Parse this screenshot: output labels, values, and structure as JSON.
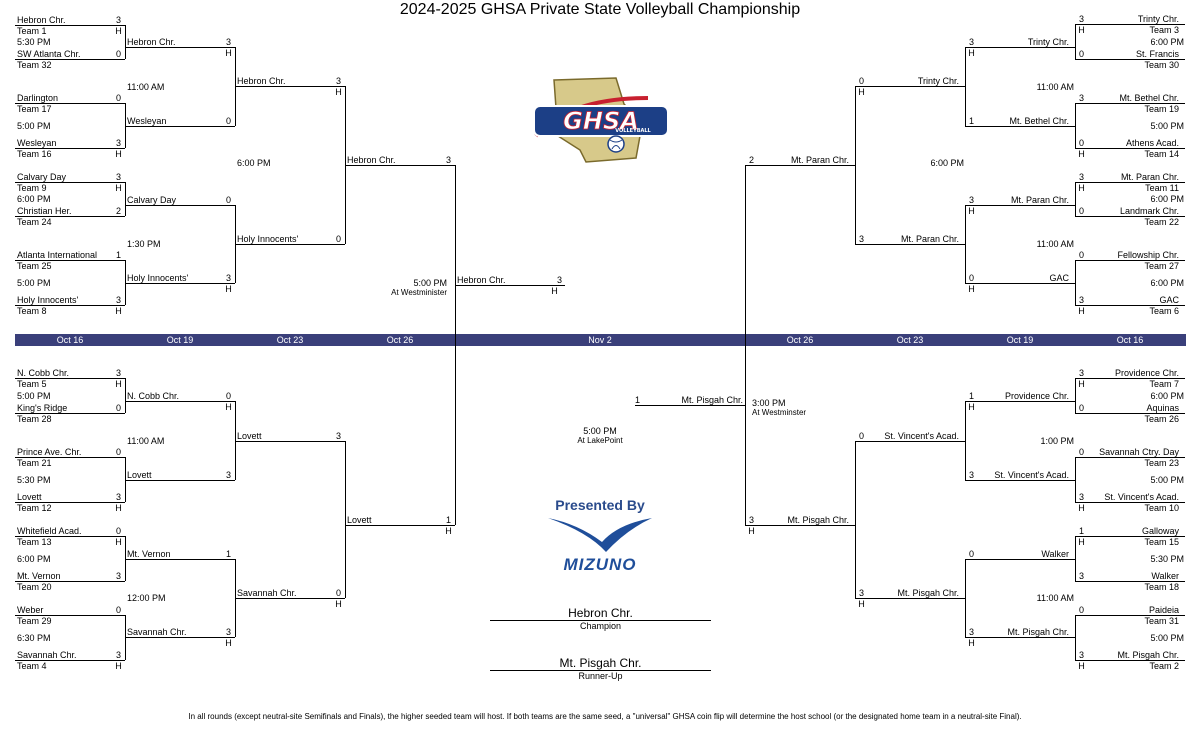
{
  "title": "2024-2025 GHSA Private State Volleyball Championship",
  "footnote": "In all rounds (except neutral-site Semifinals and Finals), the higher seeded team will host. If both teams are the same seed, a \"universal\" GHSA coin flip will determine the host school (or the designated home team in a neutral-site Final).",
  "logo": {
    "text": "GHSA",
    "sub": "VOLLEYBALL"
  },
  "sponsor": {
    "presented_by": "Presented By",
    "brand": "MIZUNO"
  },
  "dates": {
    "left": [
      "Oct 16",
      "Oct 19",
      "Oct 23",
      "Oct 26"
    ],
    "center": "Nov 2",
    "right": [
      "Oct 26",
      "Oct 23",
      "Oct 19",
      "Oct 16"
    ]
  },
  "champion": {
    "name": "Hebron Chr.",
    "label": "Champion"
  },
  "runner_up": {
    "name": "Mt. Pisgah Chr.",
    "label": "Runner-Up"
  },
  "final": {
    "team": "Hebron Chr.",
    "score": "3",
    "home": "H",
    "time": "5:00 PM",
    "venue": "At Westminister"
  },
  "semifinal_right": {
    "time": "3:00 PM",
    "venue": "At Westminster"
  },
  "semifinal_left": {
    "time": "5:00 PM",
    "venue": "At LakePoint"
  },
  "round1": [
    {
      "t1": "Hebron Chr.",
      "s1": "3",
      "l1": "Team 1",
      "h1": "H",
      "time": "5:30 PM",
      "t2": "SW Atlanta Chr.",
      "s2": "0",
      "l2": "Team 32",
      "h2": ""
    },
    {
      "t1": "Darlington",
      "s1": "0",
      "l1": "Team 17",
      "h1": "",
      "time": "5:00 PM",
      "t2": "Wesleyan",
      "s2": "3",
      "l2": "Team 16",
      "h2": "H"
    },
    {
      "t1": "Calvary Day",
      "s1": "3",
      "l1": "Team 9",
      "h1": "H",
      "time": "6:00 PM",
      "t2": "Christian Her.",
      "s2": "2",
      "l2": "Team 24",
      "h2": ""
    },
    {
      "t1": "Atlanta International",
      "s1": "1",
      "l1": "Team 25",
      "h1": "",
      "time": "5:00 PM",
      "t2": "Holy Innocents'",
      "s2": "3",
      "l2": "Team 8",
      "h2": "H"
    },
    {
      "t1": "N. Cobb Chr.",
      "s1": "3",
      "l1": "Team 5",
      "h1": "H",
      "time": "5:00 PM",
      "t2": "King's Ridge",
      "s2": "0",
      "l2": "Team 28",
      "h2": ""
    },
    {
      "t1": "Prince Ave. Chr.",
      "s1": "0",
      "l1": "Team 21",
      "h1": "",
      "time": "5:30 PM",
      "t2": "Lovett",
      "s2": "3",
      "l2": "Team 12",
      "h2": "H"
    },
    {
      "t1": "Whitefield Acad.",
      "s1": "0",
      "l1": "Team 13",
      "h1": "H",
      "time": "6:00 PM",
      "t2": "Mt. Vernon",
      "s2": "3",
      "l2": "Team 20",
      "h2": ""
    },
    {
      "t1": "Weber",
      "s1": "0",
      "l1": "Team 29",
      "h1": "",
      "time": "6:30 PM",
      "t2": "Savannah Chr.",
      "s2": "3",
      "l2": "Team 4",
      "h2": "H"
    },
    {
      "t1": "Trinty Chr.",
      "s1": "3",
      "l1": "Team 3",
      "h1": "H",
      "time": "6:00 PM",
      "t2": "St. Francis",
      "s2": "0",
      "l2": "Team 30",
      "h2": ""
    },
    {
      "t1": "Mt. Bethel Chr.",
      "s1": "3",
      "l1": "Team 19",
      "h1": "",
      "time": "5:00 PM",
      "t2": "Athens Acad.",
      "s2": "0",
      "l2": "Team 14",
      "h2": "H"
    },
    {
      "t1": "Mt. Paran Chr.",
      "s1": "3",
      "l1": "Team 11",
      "h1": "H",
      "time": "6:00 PM",
      "t2": "Landmark Chr.",
      "s2": "0",
      "l2": "Team 22",
      "h2": ""
    },
    {
      "t1": "Fellowship Chr.",
      "s1": "0",
      "l1": "Team 27",
      "h1": "",
      "time": "6:00 PM",
      "t2": "GAC",
      "s2": "3",
      "l2": "Team 6",
      "h2": "H"
    },
    {
      "t1": "Providence Chr.",
      "s1": "3",
      "l1": "Team 7",
      "h1": "H",
      "time": "6:00 PM",
      "t2": "Aquinas",
      "s2": "0",
      "l2": "Team 26",
      "h2": ""
    },
    {
      "t1": "Savannah Ctry. Day",
      "s1": "0",
      "l1": "Team 23",
      "h1": "",
      "time": "5:00 PM",
      "t2": "St. Vincent's Acad.",
      "s2": "3",
      "l2": "Team 10",
      "h2": "H"
    },
    {
      "t1": "Galloway",
      "s1": "1",
      "l1": "Team 15",
      "h1": "H",
      "time": "5:30 PM",
      "t2": "Walker",
      "s2": "3",
      "l2": "Team 18",
      "h2": ""
    },
    {
      "t1": "Paideia",
      "s1": "0",
      "l1": "Team 31",
      "h1": "",
      "time": "5:00 PM",
      "t2": "Mt. Pisgah Chr.",
      "s2": "3",
      "l2": "Team 2",
      "h2": "H"
    }
  ],
  "round2": [
    {
      "t1": "Hebron Chr.",
      "s1": "3",
      "h1": "H",
      "time": "11:00 AM",
      "t2": "Wesleyan",
      "s2": "0",
      "h2": ""
    },
    {
      "t1": "Calvary Day",
      "s1": "0",
      "h1": "",
      "time": "1:30 PM",
      "t2": "Holy Innocents'",
      "s2": "3",
      "h2": "H"
    },
    {
      "t1": "N. Cobb Chr.",
      "s1": "0",
      "h1": "H",
      "time": "11:00 AM",
      "t2": "Lovett",
      "s2": "3",
      "h2": ""
    },
    {
      "t1": "Mt. Vernon",
      "s1": "1",
      "h1": "",
      "time": "12:00 PM",
      "t2": "Savannah Chr.",
      "s2": "3",
      "h2": "H"
    },
    {
      "t1": "Trinty Chr.",
      "s1": "3",
      "h1": "H",
      "time": "11:00 AM",
      "t2": "Mt. Bethel Chr.",
      "s2": "1",
      "h2": ""
    },
    {
      "t1": "Mt. Paran Chr.",
      "s1": "3",
      "h1": "H",
      "time": "11:00 AM",
      "t2": "GAC",
      "s2": "0",
      "h2": "H"
    },
    {
      "t1": "Providence Chr.",
      "s1": "1",
      "h1": "H",
      "time": "1:00 PM",
      "t2": "St. Vincent's Acad.",
      "s2": "3",
      "h2": ""
    },
    {
      "t1": "Walker",
      "s1": "0",
      "h1": "",
      "time": "11:00 AM",
      "t2": "Mt. Pisgah Chr.",
      "s2": "3",
      "h2": "H"
    }
  ],
  "round3": [
    {
      "t1": "Hebron Chr.",
      "s1": "3",
      "h1": "H",
      "time": "6:00 PM",
      "t2": "Holy Innocents'",
      "s2": "0",
      "h2": ""
    },
    {
      "t1": "Lovett",
      "s1": "3",
      "h1": "",
      "time": "",
      "t2": "Savannah Chr.",
      "s2": "0",
      "h2": "H"
    },
    {
      "t1": "Trinty Chr.",
      "s1": "0",
      "h1": "H",
      "time": "6:00 PM",
      "t2": "Mt. Paran Chr.",
      "s2": "3",
      "h2": ""
    },
    {
      "t1": "St. Vincent's Acad.",
      "s1": "0",
      "h1": "",
      "time": "",
      "t2": "Mt. Pisgah Chr.",
      "s2": "3",
      "h2": "H"
    }
  ],
  "round4": [
    {
      "team": "Hebron Chr.",
      "score": "3",
      "home": ""
    },
    {
      "team": "Lovett",
      "score": "1",
      "home": "H"
    },
    {
      "team": "Mt. Paran Chr.",
      "score": "2",
      "home": ""
    },
    {
      "team": "Mt. Pisgah Chr.",
      "score": "3",
      "home": "H"
    }
  ],
  "semi_winner_right": {
    "team": "Mt. Pisgah Chr.",
    "score": "1"
  }
}
